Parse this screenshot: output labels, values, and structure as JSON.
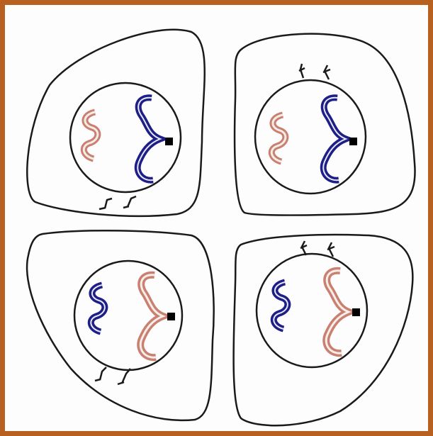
{
  "diagram": {
    "frame_color": "#b8601f",
    "background": "#fdfdfd",
    "outline_color": "#1a1a1a",
    "chromosome_colors": {
      "maternal": "#c98070",
      "paternal": "#1e1f86"
    },
    "cells": [
      {
        "name": "top-left",
        "small_chromosome": "maternal",
        "large_chromosome": "paternal",
        "centriole_side": "bottom"
      },
      {
        "name": "top-right",
        "small_chromosome": "maternal",
        "large_chromosome": "paternal",
        "centriole_side": "top"
      },
      {
        "name": "bottom-left",
        "small_chromosome": "paternal",
        "large_chromosome": "maternal",
        "centriole_side": "bottom"
      },
      {
        "name": "bottom-right",
        "small_chromosome": "paternal",
        "large_chromosome": "maternal",
        "centriole_side": "top"
      }
    ]
  }
}
